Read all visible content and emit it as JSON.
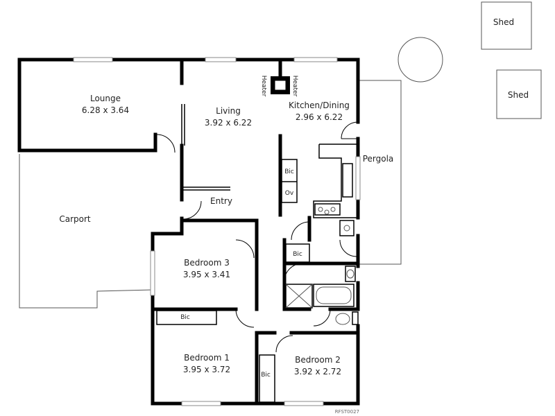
{
  "rooms": {
    "lounge": {
      "name": "Lounge",
      "size": "6.28 x 3.64"
    },
    "living": {
      "name": "Living",
      "size": "3.92 x 6.22"
    },
    "kitchen": {
      "name": "Kitchen/Dining",
      "size": "2.96 x 6.22"
    },
    "bedroom3": {
      "name": "Bedroom 3",
      "size": "3.95 x 3.41"
    },
    "bedroom1": {
      "name": "Bedroom 1",
      "size": "3.95 x 3.72"
    },
    "bedroom2": {
      "name": "Bedroom 2",
      "size": "3.92 x 2.72"
    }
  },
  "areas": {
    "carport": "Carport",
    "entry": "Entry",
    "pergola": "Pergola"
  },
  "outbuildings": {
    "shed_top": "Shed",
    "shed_right": "Shed"
  },
  "fixtures": {
    "heater_left": "Heater",
    "heater_right": "Heater",
    "bic_kitchen": "Bic",
    "oven": "Ov",
    "bic_hall": "Bic",
    "bic_bedroom1": "Bic",
    "bic_bedroom2": "Bic"
  },
  "reference_code": "RFST0027"
}
